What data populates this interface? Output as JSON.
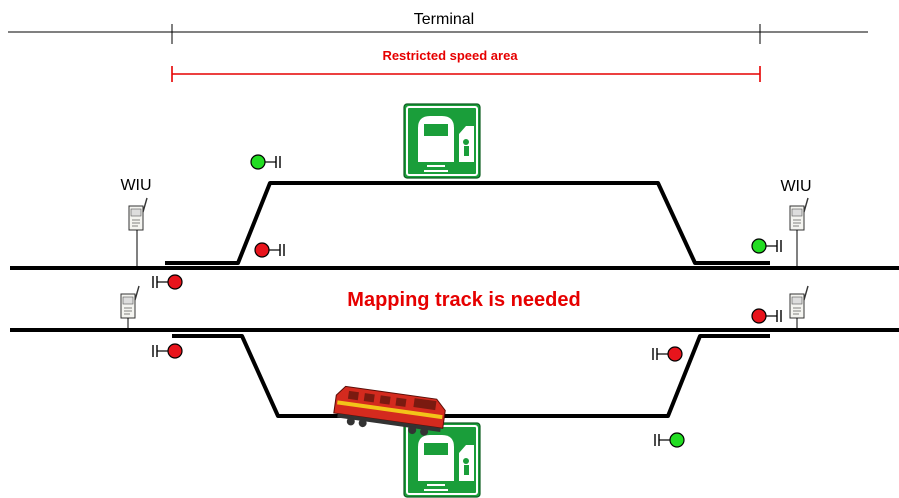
{
  "terminal_label": "Terminal",
  "restricted_label": "Restricted speed area",
  "wiu_left_label": "WIU",
  "wiu_right_label": "WIU",
  "center_message": "Mapping track is needed",
  "colors": {
    "track": "#000000",
    "restricted": "#e60000",
    "signal_red": "#e8141c",
    "signal_green": "#22dd22",
    "station_sign": "#1a9e3a",
    "locomotive_body": "#d42a1e",
    "locomotive_stripe": "#f3c419"
  },
  "signals": [
    {
      "id": "upper-siding-west",
      "aspect": "green"
    },
    {
      "id": "upper-siding-entry",
      "aspect": "red"
    },
    {
      "id": "upper-main-east",
      "aspect": "green"
    },
    {
      "id": "main-west",
      "aspect": "red"
    },
    {
      "id": "lower-main-east",
      "aspect": "red"
    },
    {
      "id": "lower-siding-west",
      "aspect": "red"
    },
    {
      "id": "lower-siding-east",
      "aspect": "red"
    },
    {
      "id": "lower-siding-exit",
      "aspect": "green"
    }
  ],
  "icons": [
    "station-platform-icon",
    "locomotive-icon",
    "wayside-interface-unit-icon",
    "signal-icon"
  ]
}
